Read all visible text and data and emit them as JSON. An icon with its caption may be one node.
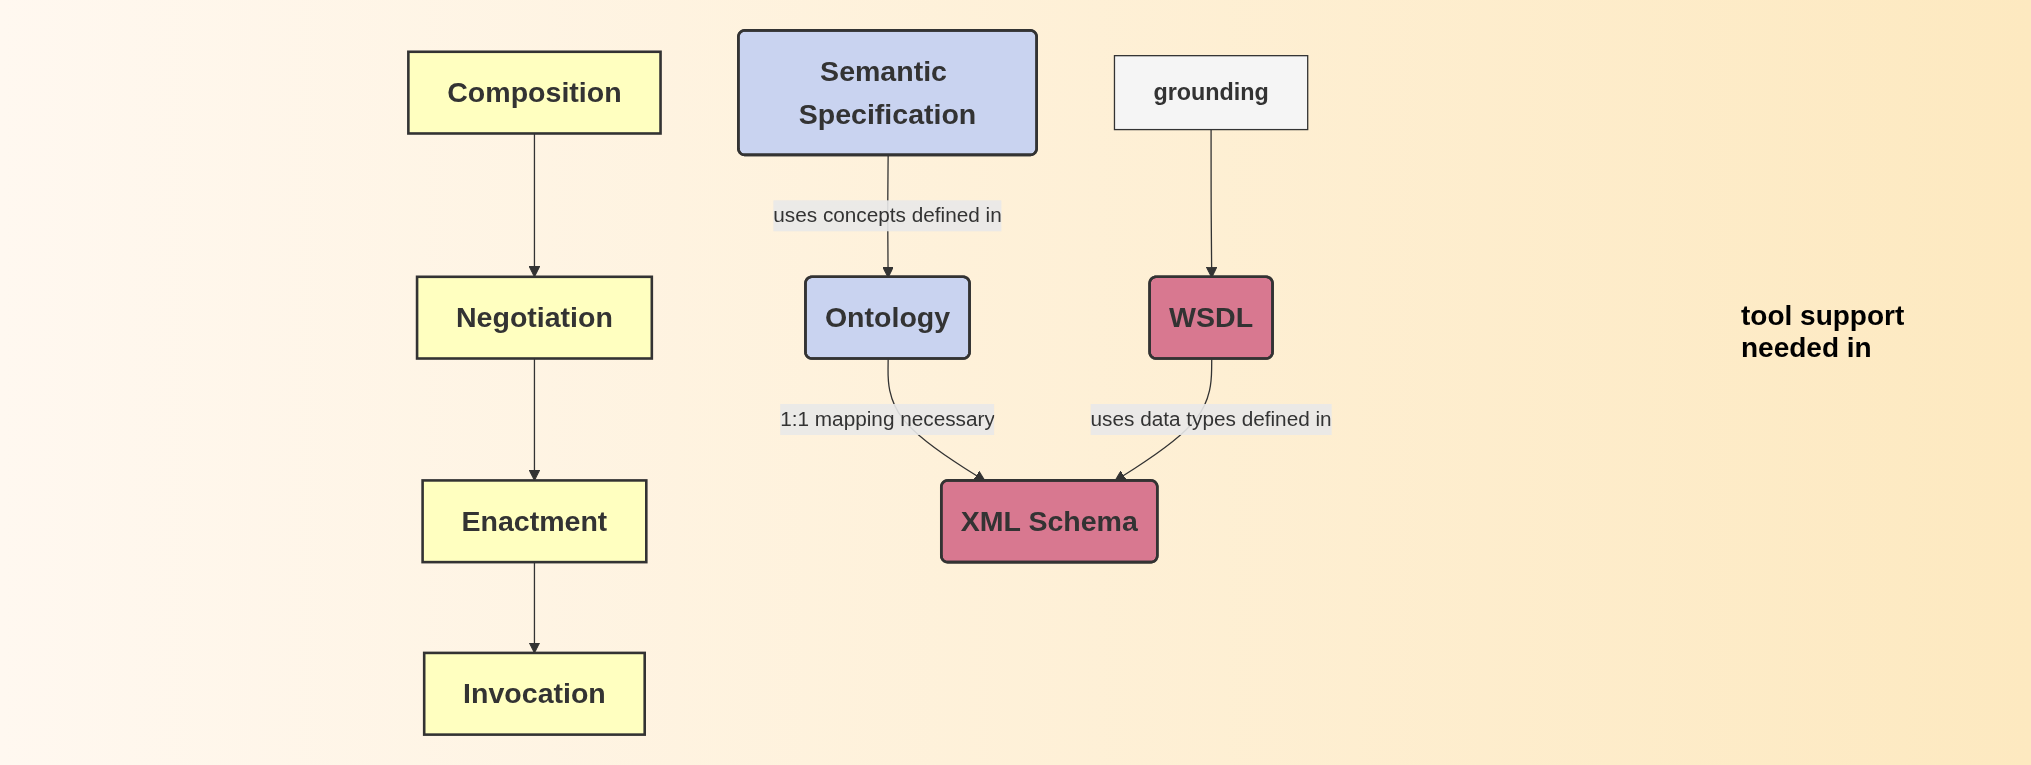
{
  "diagram": {
    "nodes": [
      {
        "text": [
          "Composition"
        ]
      },
      {
        "text": [
          "Negotiation"
        ]
      },
      {
        "text": [
          "Enactment"
        ]
      },
      {
        "text": [
          "Invocation"
        ]
      },
      {
        "text": [
          "Semantic Specification"
        ]
      },
      {
        "text": [
          "Ontology"
        ]
      },
      {
        "text": [
          "grounding"
        ]
      },
      {
        "text": [
          "WSDL"
        ]
      },
      {
        "text": [
          "XML Schema"
        ]
      }
    ],
    "edges": [
      {
        "from": 0,
        "to": 1,
        "arrow": "to"
      },
      {
        "from": 1,
        "to": 2,
        "arrow": "to"
      },
      {
        "from": 2,
        "to": 3,
        "arrow": "to"
      },
      {
        "from": 4,
        "to": 5,
        "arrow": "to",
        "label": "uses concepts defined in"
      },
      {
        "from": 6,
        "to": 7,
        "arrow": "to"
      },
      {
        "from": 5,
        "to": 8,
        "arrow": "to",
        "label": "1:1 mapping necessary"
      },
      {
        "from": 7,
        "to": 8,
        "arrow": "to",
        "label": "uses data types defined in"
      }
    ],
    "labels": [
      "tool support needed in"
    ]
  }
}
